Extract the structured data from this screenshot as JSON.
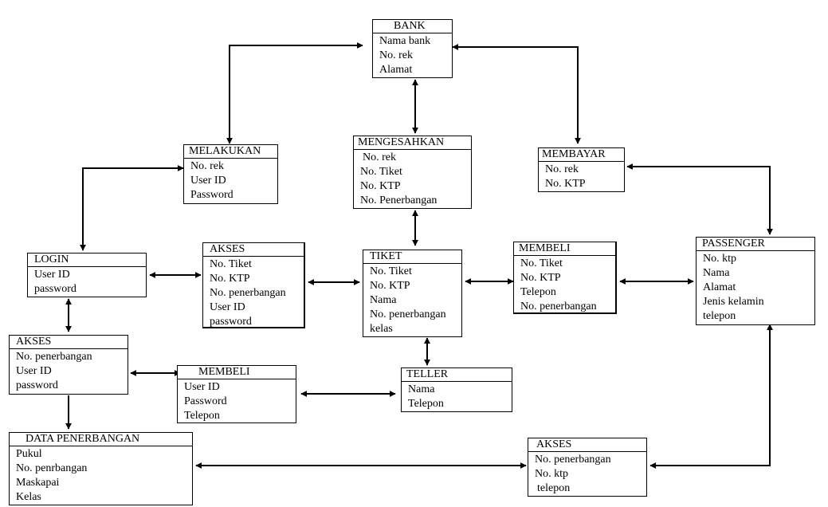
{
  "entities": {
    "bank": {
      "title": "BANK",
      "fields": [
        "Nama bank",
        "No. rek",
        "Alamat"
      ]
    },
    "melakukan": {
      "title": "MELAKUKAN",
      "fields": [
        "No. rek",
        "User ID",
        "Password"
      ]
    },
    "mengesahkan": {
      "title": "MENGESAHKAN",
      "fields": [
        "No. rek",
        "No. Tiket",
        "No. KTP",
        "No. Penerbangan"
      ]
    },
    "membayar": {
      "title": "MEMBAYAR",
      "fields": [
        "No. rek",
        "No. KTP"
      ]
    },
    "login": {
      "title": "LOGIN",
      "fields": [
        "User ID",
        "password"
      ]
    },
    "akses_mid": {
      "title": "AKSES",
      "fields": [
        "No. Tiket",
        "No. KTP",
        "No. penerbangan",
        "User ID",
        "password"
      ]
    },
    "tiket": {
      "title": "TIKET",
      "fields": [
        "No. Tiket",
        "No. KTP",
        "Nama",
        "No. penerbangan",
        "kelas"
      ]
    },
    "membeli_top": {
      "title": "MEMBELI",
      "fields": [
        "No. Tiket",
        "No. KTP",
        "Telepon",
        "No. penerbangan"
      ]
    },
    "passenger": {
      "title": "PASSENGER",
      "fields": [
        "No. ktp",
        "Nama",
        "Alamat",
        "Jenis kelamin",
        "telepon"
      ]
    },
    "akses_left": {
      "title": "AKSES",
      "fields": [
        "No. penerbangan",
        "User ID",
        "password"
      ]
    },
    "membeli_bottom": {
      "title": "MEMBELI",
      "fields": [
        "User ID",
        "Password",
        "Telepon"
      ]
    },
    "teller": {
      "title": "TELLER",
      "fields": [
        "Nama",
        "Telepon"
      ]
    },
    "data_penerbangan": {
      "title": "DATA PENERBANGAN",
      "fields": [
        "Pukul",
        "No. penrbangan",
        "Maskapai",
        "Kelas"
      ]
    },
    "akses_bottom": {
      "title": "AKSES",
      "fields": [
        "No. penerbangan",
        "No. ktp",
        "telepon"
      ]
    }
  },
  "colors": {
    "line": "#000000",
    "box_border": "#000000",
    "background": "#ffffff"
  }
}
